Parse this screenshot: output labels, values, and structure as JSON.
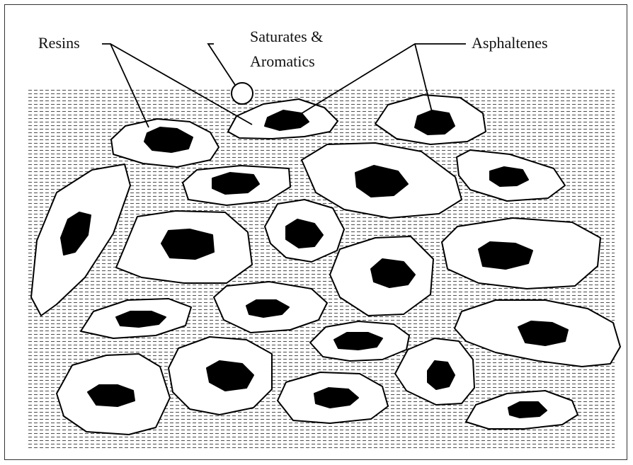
{
  "labels": {
    "resins": "Resins",
    "saturates_line1": "Saturates &",
    "saturates_line2": "Aromatics",
    "asphaltenes": "Asphaltenes"
  },
  "colors": {
    "ink": "#000000",
    "medium_dash": "#555555",
    "particle_fill": "#ffffff",
    "core_fill": "#000000"
  }
}
